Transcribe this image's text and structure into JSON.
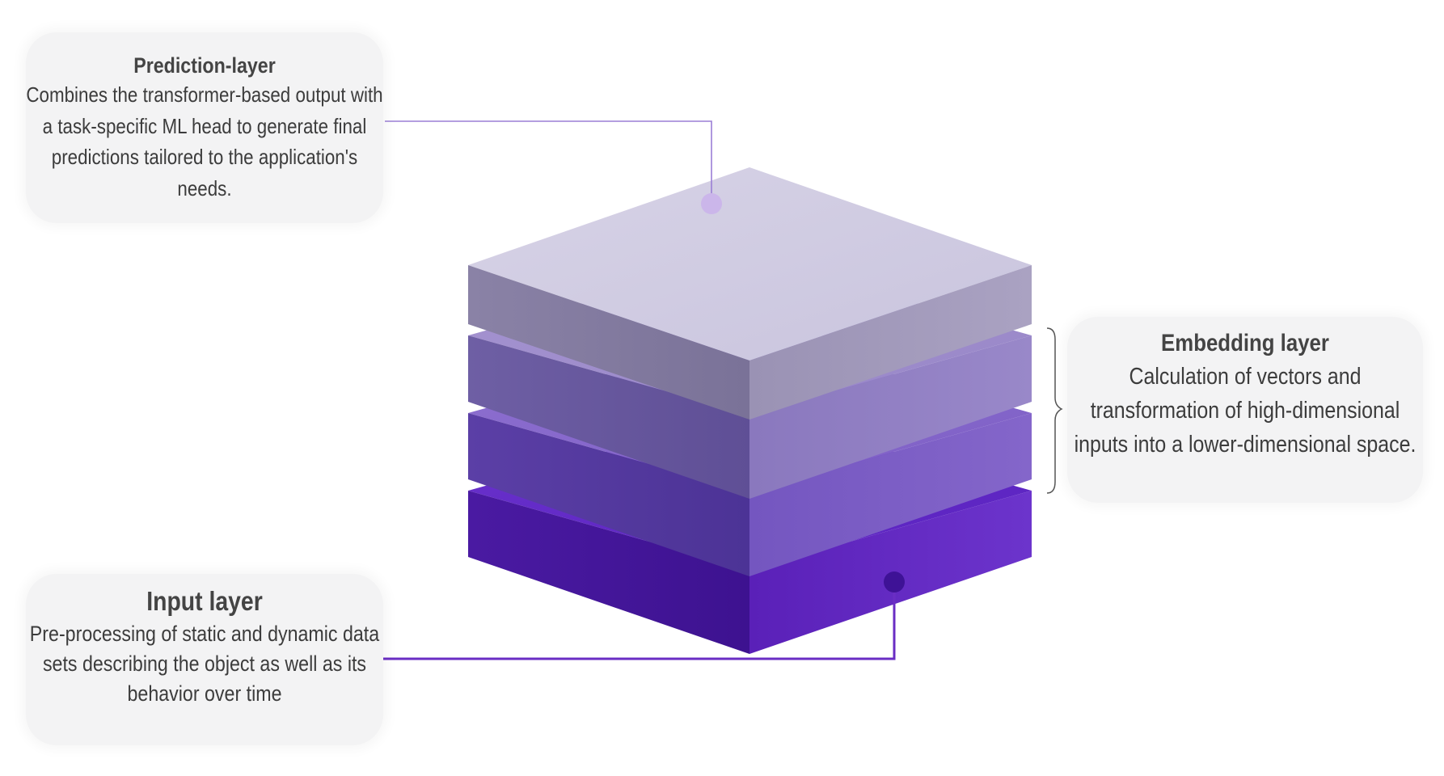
{
  "layers": [
    {
      "id": "prediction",
      "title": "Prediction-layer",
      "description": "Combines the transformer-based output with a task-specific ML head to generate final predictions tailored to the application's needs."
    },
    {
      "id": "embedding",
      "title": "Embedding layer",
      "description": "Calculation of vectors and transformation of high-dimensional inputs into a lower-dimensional space."
    },
    {
      "id": "input",
      "title": "Input layer",
      "description": "Pre-processing of static and dynamic data sets describing the object as well as its behavior over time"
    }
  ],
  "colors": {
    "card_background": "#f3f3f4",
    "connector_top": "#9b7fd6",
    "connector_bottom": "#6a2dc4",
    "slab_top": "#cfcbe1",
    "slab_upper_middle": "#8f7fc2",
    "slab_lower_middle": "#7a5bbf",
    "slab_bottom": "#5a24b8"
  }
}
